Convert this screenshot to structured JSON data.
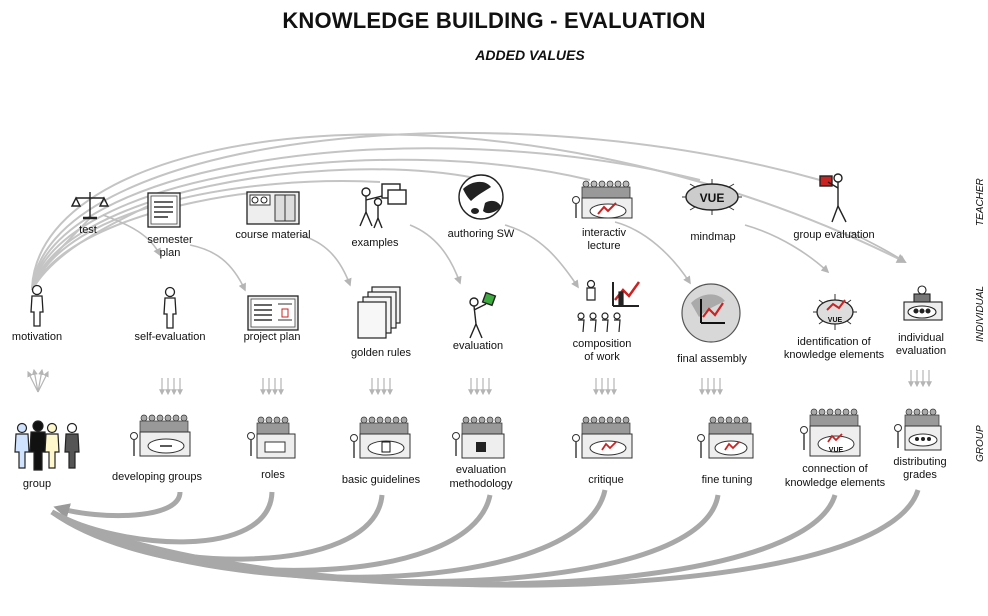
{
  "title": "KNOWLEDGE BUILDING - EVALUATION",
  "subtitle": "ADDED VALUES",
  "row_labels": {
    "teacher": "TEACHER",
    "individual": "INDIVIDUAL",
    "group": "GROUP"
  },
  "teacher": {
    "test": "test",
    "semester_plan_1": "semester",
    "semester_plan_2": "plan",
    "course_material": "course material",
    "examples": "examples",
    "authoring_sw": "authoring SW",
    "interactive_lecture_1": "interactiv",
    "interactive_lecture_2": "lecture",
    "mindmap": "mindmap",
    "mindmap_icon_text": "VUE",
    "group_evaluation": "group evaluation"
  },
  "individual": {
    "motivation": "motivation",
    "self_evaluation": "self-evaluation",
    "project_plan": "project plan",
    "golden_rules": "golden rules",
    "evaluation": "evaluation",
    "composition_1": "composition",
    "composition_2": "of work",
    "final_assembly": "final assembly",
    "identification_1": "identification of",
    "identification_2": "knowledge elements",
    "identification_icon_text": "VUE",
    "individual_evaluation_1": "individual",
    "individual_evaluation_2": "evaluation"
  },
  "group": {
    "group": "group",
    "developing_groups": "developing groups",
    "roles": "roles",
    "basic_guidelines": "basic guidelines",
    "evaluation_methodology_1": "evaluation",
    "evaluation_methodology_2": "methodology",
    "critique": "critique",
    "fine_tuning": "fine tuning",
    "connection_1": "connection of",
    "connection_2": "knowledge elements",
    "connection_icon_text": "VUE",
    "distributing_1": "distributing",
    "distributing_2": "grades"
  },
  "colors": {
    "arrow": "#b0b0b0",
    "accent_red": "#cc2222",
    "accent_green": "#3caa3c"
  }
}
